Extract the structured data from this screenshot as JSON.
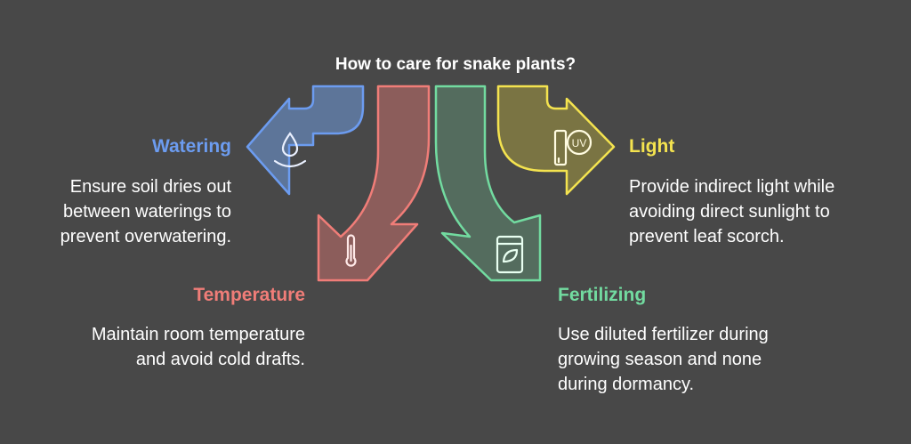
{
  "title": "How to care for snake plants?",
  "colors": {
    "background": "#484848",
    "watering": "#6c9cf0",
    "temperature": "#f07d78",
    "fertilizing": "#72dba0",
    "light": "#f4e34f"
  },
  "sections": [
    {
      "id": "watering",
      "heading": "Watering",
      "icon": "water-drop-icon",
      "lines": [
        "Ensure soil dries out",
        "between waterings to",
        "prevent overwatering."
      ]
    },
    {
      "id": "temperature",
      "heading": "Temperature",
      "icon": "thermometer-icon",
      "lines": [
        "Maintain room temperature",
        "and avoid cold drafts."
      ]
    },
    {
      "id": "fertilizing",
      "heading": "Fertilizing",
      "icon": "fertilizer-bag-icon",
      "lines": [
        "Use diluted fertilizer during",
        "growing season and none",
        "during dormancy."
      ]
    },
    {
      "id": "light",
      "heading": "Light",
      "icon": "uv-lamp-icon",
      "lines": [
        "Provide indirect light while",
        "avoiding direct sunlight to",
        "prevent leaf scorch."
      ]
    }
  ]
}
